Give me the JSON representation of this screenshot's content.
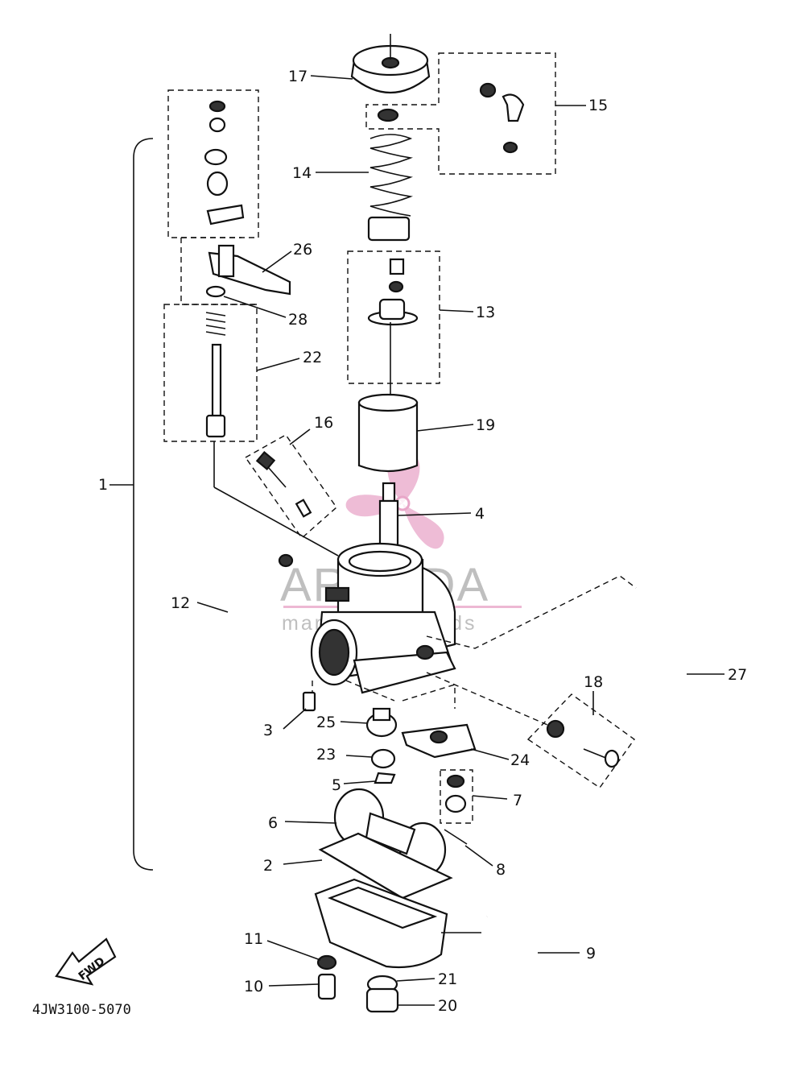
{
  "diagram": {
    "code": "4JW3100-5070",
    "fwd_label": "FWD",
    "watermark": {
      "brand": "ARMADA",
      "tagline": "marine outboards",
      "accent_color": "#e8a6c8"
    },
    "labels": {
      "p1": "1",
      "p2": "2",
      "p3": "3",
      "p4": "4",
      "p5": "5",
      "p6": "6",
      "p7": "7",
      "p8": "8",
      "p9": "9",
      "p10": "10",
      "p11": "11",
      "p12": "12",
      "p13": "13",
      "p14": "14",
      "p15": "15",
      "p16": "16",
      "p17": "17",
      "p18": "18",
      "p19": "19",
      "p20": "20",
      "p21": "21",
      "p22": "22",
      "p23": "23",
      "p24": "24",
      "p25": "25",
      "p26": "26",
      "p27": "27",
      "p28": "28"
    }
  }
}
